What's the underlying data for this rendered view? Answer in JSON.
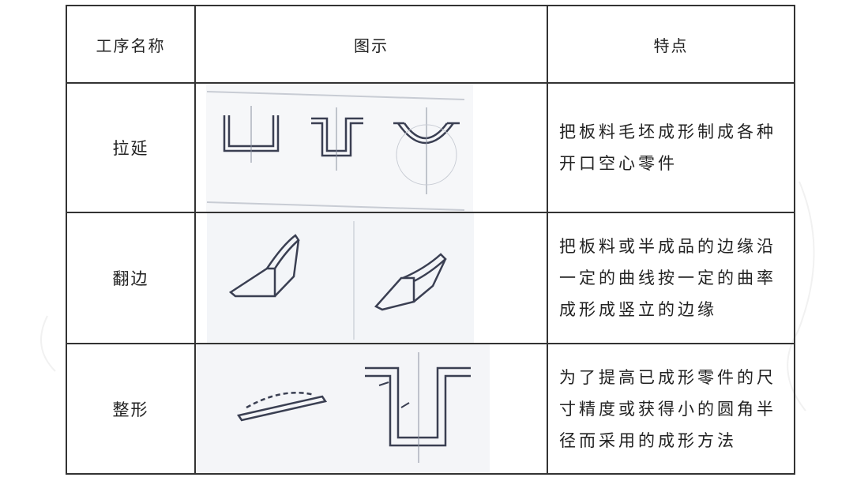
{
  "table": {
    "headers": [
      "工序名称",
      "图示",
      "特点"
    ],
    "rows": [
      {
        "name": "拉延",
        "feature": "把板料毛坯成形制成各种开口空心零件"
      },
      {
        "name": "翻边",
        "feature": "把板料或半成品的边缘沿一定的曲线按一定的曲率成形成竖立的边缘"
      },
      {
        "name": "整形",
        "feature": "为了提高已成形零件的尺寸精度或获得小的圆角半径而采用的成形方法"
      }
    ]
  }
}
